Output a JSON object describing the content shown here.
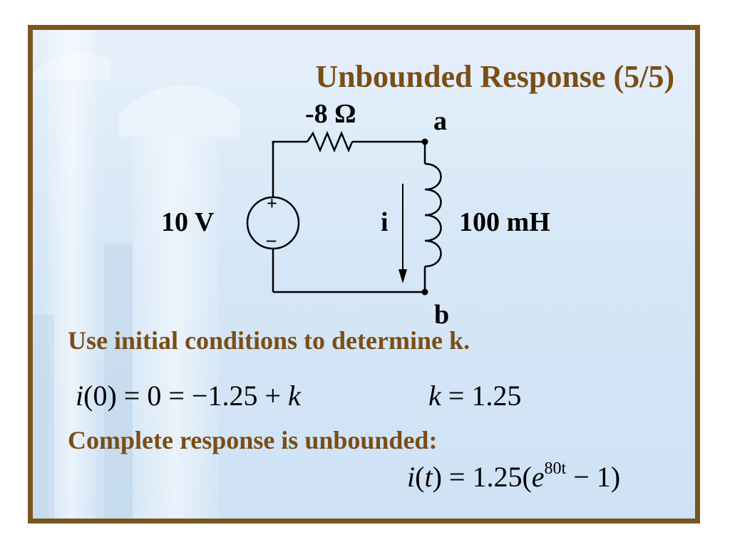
{
  "slide": {
    "title": "Unbounded Response  (5/5)",
    "text_line_1": "Use initial conditions to determine k.",
    "text_line_2": "Complete response is unbounded:"
  },
  "circuit": {
    "resistor_label": "-8 Ω",
    "source_label": "10 V",
    "source_plus": "+",
    "source_minus": "–",
    "inductor_label": "100 mH",
    "current_label": "i",
    "node_top": "a",
    "node_bottom": "b"
  },
  "equations": {
    "eq1": {
      "fn": "i",
      "arg": "(0) = 0 = −1.25 + ",
      "var": "k"
    },
    "eq2": {
      "var": "k",
      "rest": " = 1.25"
    },
    "eq3": {
      "fn": "i",
      "open": "(",
      "t": "t",
      "mid": ") = 1.25(",
      "e": "e",
      "exp": "80t",
      "tail": " − 1)"
    }
  },
  "colors": {
    "frame": "#7a5520",
    "heading_text": "#7a4e16",
    "background": "#d6e7f7"
  }
}
